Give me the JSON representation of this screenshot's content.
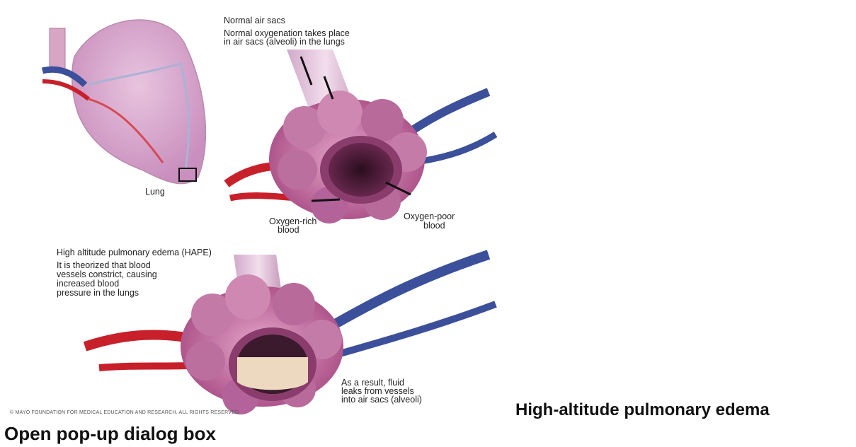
{
  "figure": {
    "labels": {
      "normal_title": "Normal air sacs",
      "normal_desc_1": "Normal oxygenation takes place",
      "normal_desc_2": "in air sacs (alveoli) in the lungs",
      "lung": "Lung",
      "oxygen_rich_1": "Oxygen-rich",
      "oxygen_rich_2": "blood",
      "oxygen_poor_1": "Oxygen-poor",
      "oxygen_poor_2": "blood",
      "hape_title": "High altitude pulmonary edema (HAPE)",
      "hape_desc_1": "It is theorized that blood",
      "hape_desc_2": "vessels constrict, causing",
      "hape_desc_3": "increased blood",
      "hape_desc_4": "pressure in the lungs",
      "fluid_1": "As a result, fluid",
      "fluid_2": "leaks from vessels",
      "fluid_3": "into air sacs (alveoli)"
    },
    "copyright": "© MAYO FOUNDATION FOR MEDICAL EDUCATION AND RESEARCH. ALL RIGHTS RESERVED."
  },
  "caption": "High-altitude pulmonary edema",
  "popup_link": "Open pop-up dialog box",
  "colors": {
    "lung": "#d9a8cf",
    "alveoli": "#c97aa8",
    "artery": "#c8202a",
    "vein": "#3b4f9a",
    "fluid": "#ecd9c0"
  }
}
